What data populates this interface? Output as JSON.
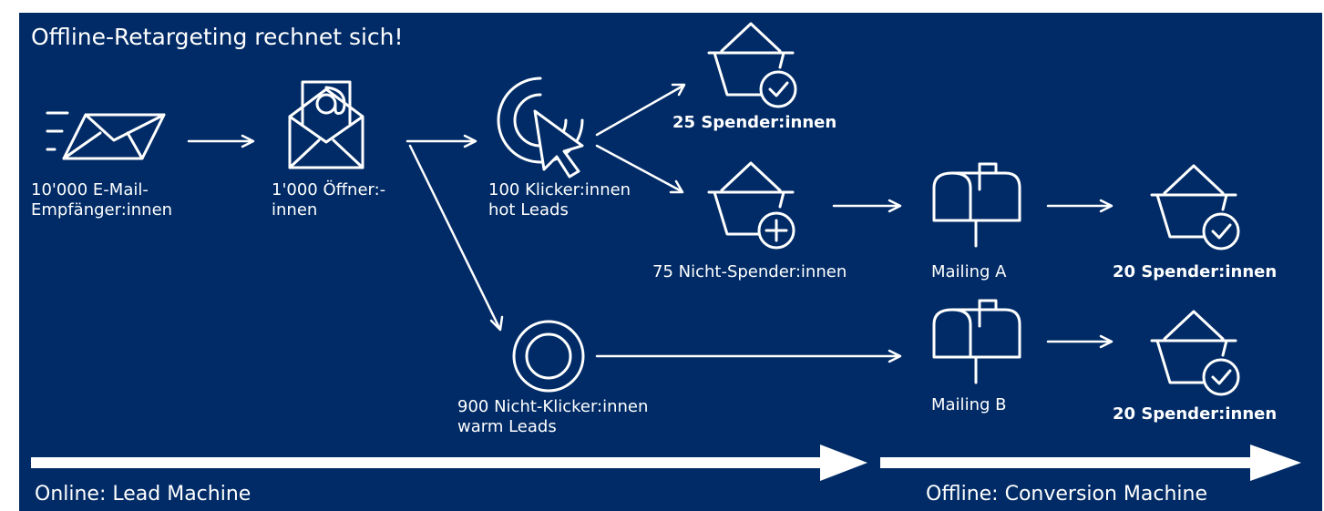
{
  "title": "Offline-Retargeting rechnet sich!",
  "colors": {
    "background": "#002b66",
    "foreground": "#ffffff"
  },
  "nodes": [
    {
      "id": "email-recipients",
      "icon": "speeding-envelope-icon",
      "lines": [
        "10'000 E-Mail-",
        "Empfänger:innen"
      ]
    },
    {
      "id": "openers",
      "icon": "open-envelope-at-icon",
      "lines": [
        "1'000 Öffner:-",
        "innen"
      ]
    },
    {
      "id": "clickers",
      "icon": "click-cursor-icon",
      "lines": [
        "100 Klicker:innen",
        "hot Leads"
      ]
    },
    {
      "id": "non-clickers",
      "icon": "ring-target-icon",
      "lines": [
        "900 Nicht-Klicker:innen",
        "warm Leads"
      ]
    },
    {
      "id": "donors-direct",
      "icon": "basket-check-icon",
      "lines": [
        "25 Spender:innen"
      ],
      "bold": true
    },
    {
      "id": "non-donors",
      "icon": "basket-plus-icon",
      "lines": [
        "75 Nicht-Spender:innen"
      ]
    },
    {
      "id": "mailing-a",
      "icon": "mailbox-icon",
      "lines": [
        "Mailing A"
      ]
    },
    {
      "id": "donors-a",
      "icon": "basket-check-icon",
      "lines": [
        "20 Spender:innen"
      ],
      "bold": true
    },
    {
      "id": "mailing-b",
      "icon": "mailbox-icon",
      "lines": [
        "Mailing B"
      ]
    },
    {
      "id": "donors-b",
      "icon": "basket-check-icon",
      "lines": [
        "20 Spender:innen"
      ],
      "bold": true
    }
  ],
  "edges": [
    {
      "from": "email-recipients",
      "to": "openers"
    },
    {
      "from": "openers",
      "to": "clickers"
    },
    {
      "from": "openers",
      "to": "non-clickers"
    },
    {
      "from": "clickers",
      "to": "donors-direct"
    },
    {
      "from": "clickers",
      "to": "non-donors"
    },
    {
      "from": "non-donors",
      "to": "mailing-a"
    },
    {
      "from": "mailing-a",
      "to": "donors-a"
    },
    {
      "from": "non-clickers",
      "to": "mailing-b"
    },
    {
      "from": "mailing-b",
      "to": "donors-b"
    }
  ],
  "phases": [
    {
      "label": "Online: Lead Machine"
    },
    {
      "label": "Offline: Conversion Machine"
    }
  ]
}
